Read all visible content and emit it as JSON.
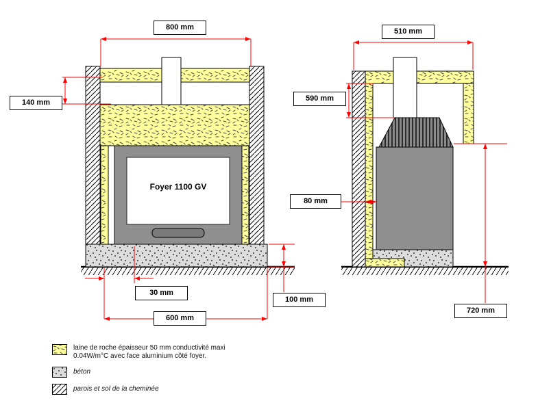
{
  "diagram": {
    "title": "Foyer 1100 GV"
  },
  "dimensions": {
    "front_width": "800 mm",
    "front_top_insulation": "140 mm",
    "front_side_gap": "30 mm",
    "front_slab_thickness": "100 mm",
    "front_hearth_width": "600 mm",
    "side_depth": "510 mm",
    "side_height": "590 mm",
    "side_gap": "80 mm",
    "side_beam_height": "720 mm"
  },
  "legend": {
    "rock_wool_line1": "laine de roche épaisseur 50 mm conductivité maxi",
    "rock_wool_line2": "0.04W/m°C avec face aluminium côté foyer.",
    "concrete": "béton",
    "masonry": "parois et sol de la cheminée"
  },
  "colors": {
    "dimension_red": "#ff0000",
    "rock_wool_yellow": "#ffff9e",
    "insert_gray": "#8f8f8f",
    "concrete_gray": "#dcdcdc"
  }
}
